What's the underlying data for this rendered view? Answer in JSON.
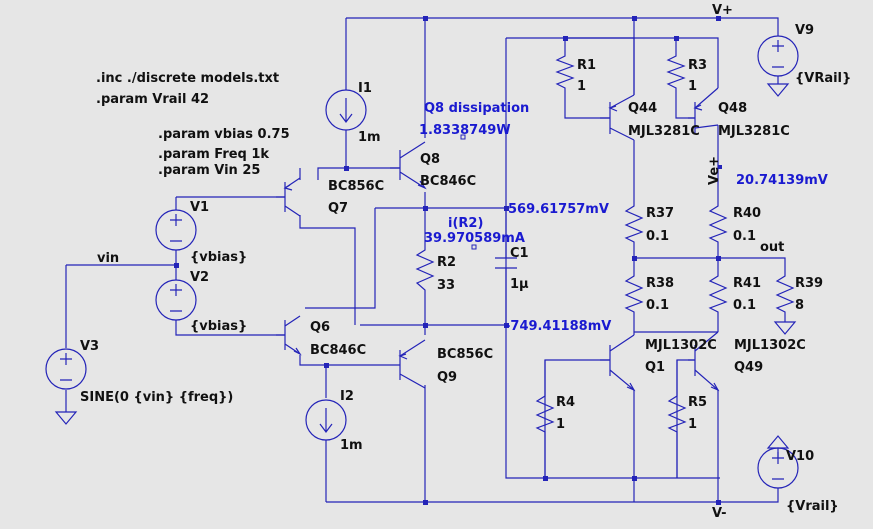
{
  "directives": {
    "inc": ".inc ./discrete models.txt",
    "vrail": ".param Vrail 42",
    "vbias": ".param vbias 0.75",
    "freq": ".param Freq 1k",
    "vin": ".param Vin 25"
  },
  "components": {
    "I1": {
      "name": "I1",
      "value": "1m"
    },
    "I2": {
      "name": "I2",
      "value": "1m"
    },
    "V1": {
      "name": "V1",
      "value": "{vbias}"
    },
    "V2": {
      "name": "V2",
      "value": "{vbias}"
    },
    "V3": {
      "name": "V3",
      "value": "SINE(0 {vin} {freq})"
    },
    "V9": {
      "name": "V9",
      "value": "{VRail}"
    },
    "V10": {
      "name": "V10",
      "value": "{Vrail}"
    },
    "Q7": {
      "name": "Q7",
      "model": "BC856C"
    },
    "Q8": {
      "name": "Q8",
      "model": "BC846C"
    },
    "Q6": {
      "name": "Q6",
      "model": "BC846C"
    },
    "Q9": {
      "name": "Q9",
      "model": "BC856C"
    },
    "Q44": {
      "name": "Q44",
      "model": "MJL3281C"
    },
    "Q48": {
      "name": "Q48",
      "model": "MJL3281C"
    },
    "Q1": {
      "name": "Q1",
      "model": "MJL1302C"
    },
    "Q49": {
      "name": "Q49",
      "model": "MJL1302C"
    },
    "R1": {
      "name": "R1",
      "value": "1"
    },
    "R3": {
      "name": "R3",
      "value": "1"
    },
    "R2": {
      "name": "R2",
      "value": "33"
    },
    "R37": {
      "name": "R37",
      "value": "0.1"
    },
    "R40": {
      "name": "R40",
      "value": "0.1"
    },
    "R38": {
      "name": "R38",
      "value": "0.1"
    },
    "R41": {
      "name": "R41",
      "value": "0.1"
    },
    "R39": {
      "name": "R39",
      "value": "8"
    },
    "R4": {
      "name": "R4",
      "value": "1"
    },
    "R5": {
      "name": "R5",
      "value": "1"
    },
    "C1": {
      "name": "C1",
      "value": "1µ"
    }
  },
  "nets": {
    "vplus": "V+",
    "vminus": "V-",
    "vin": "vin",
    "out": "out",
    "veplus": "Ve+"
  },
  "measurements": {
    "q8_title": "Q8 dissipation",
    "q8_value": "1.8338749W",
    "ir2_title": "i(R2)",
    "ir2_value": "39.970589mA",
    "v_top": "569.61757mV",
    "v_bottom": "-749.41188mV",
    "v_veplus": "20.74139mV"
  },
  "colors": {
    "wire": "#2424b8",
    "measurement": "#1a1ad0",
    "background": "#e6e6e6"
  }
}
